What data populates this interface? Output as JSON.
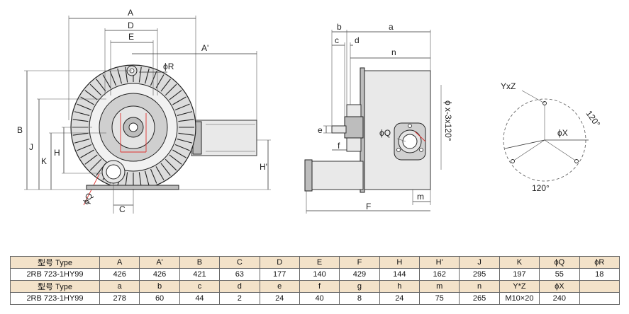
{
  "front_view": {
    "dims": {
      "A": "A",
      "D": "D",
      "E": "E",
      "A_prime": "A'",
      "phiR": "ϕR",
      "B": "B",
      "J": "J",
      "K": "K",
      "H": "H",
      "H_prime": "H'",
      "C": "C",
      "phiQ": "ϕQ"
    }
  },
  "side_view": {
    "dims": {
      "b": "b",
      "a": "a",
      "c": "c",
      "d": "d",
      "n": "n",
      "e": "e",
      "f": "f",
      "phiQ": "ϕQ",
      "m": "m",
      "F": "F",
      "bolt": "ϕ x-3x120°"
    }
  },
  "flange_view": {
    "labels": {
      "yxz": "YxZ",
      "angle_top": "120°",
      "angle_bottom": "120°",
      "phiX": "ϕX"
    }
  },
  "table": {
    "rows": [
      [
        "型号 Type",
        "A",
        "A'",
        "B",
        "C",
        "D",
        "E",
        "F",
        "H",
        "H'",
        "J",
        "K",
        "ϕQ",
        "ϕR"
      ],
      [
        "2RB 723-1HY99",
        "426",
        "426",
        "421",
        "63",
        "177",
        "140",
        "429",
        "144",
        "162",
        "295",
        "197",
        "55",
        "18"
      ],
      [
        "型号 Type",
        "a",
        "b",
        "c",
        "d",
        "e",
        "f",
        "g",
        "h",
        "m",
        "n",
        "Y*Z",
        "ϕX",
        ""
      ],
      [
        "2RB 723-1HY99",
        "278",
        "60",
        "44",
        "2",
        "24",
        "40",
        "8",
        "24",
        "75",
        "265",
        "M10×20",
        "240",
        ""
      ]
    ]
  }
}
